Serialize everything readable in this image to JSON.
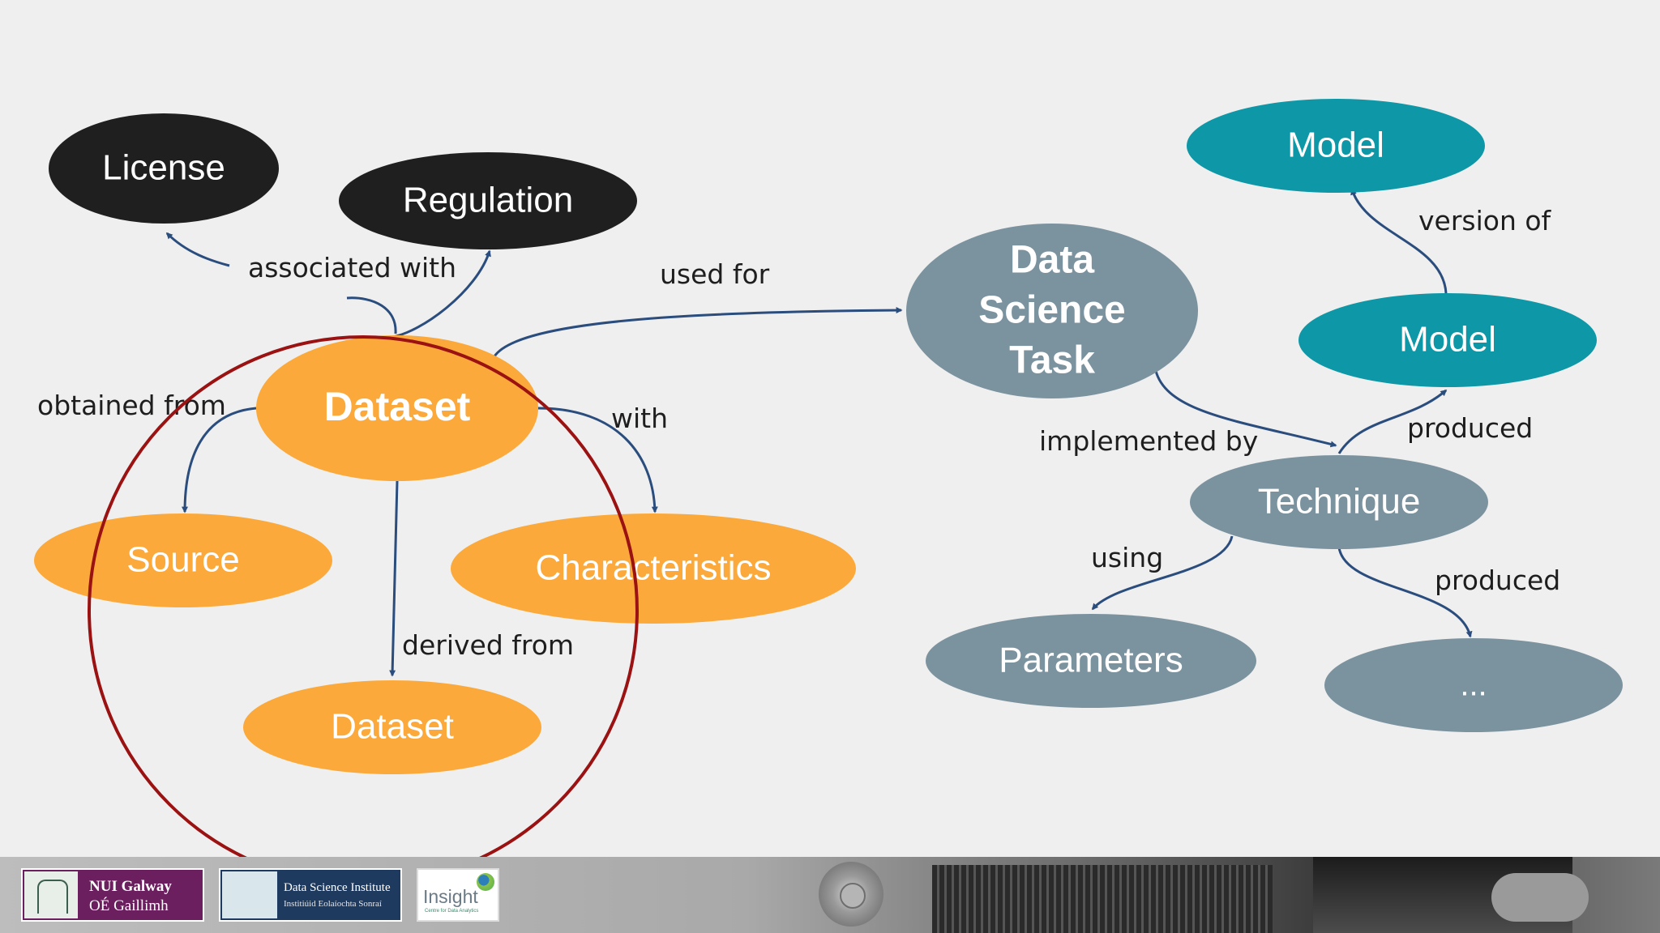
{
  "colors": {
    "background": "#efefef",
    "black_node": "#1f1f1f",
    "orange_node": "#fba93a",
    "teal_node": "#0e97a6",
    "slate_node": "#7b929f",
    "edge": "#2a4d7d",
    "highlight_circle": "#9b1212"
  },
  "nodes": {
    "license": "License",
    "regulation": "Regulation",
    "dataset_main": "Dataset",
    "source": "Source",
    "characteristics": "Characteristics",
    "dataset_derived": "Dataset",
    "ds_task_1": "Data",
    "ds_task_2": "Science",
    "ds_task_3": "Task",
    "model_top": "Model",
    "model_mid": "Model",
    "technique": "Technique",
    "parameters": "Parameters",
    "ellipsis": "..."
  },
  "edges": {
    "associated_with": "associated with",
    "used_for": "used for",
    "obtained_from": "obtained from",
    "with": "with",
    "derived_from": "derived from",
    "version_of": "version of",
    "implemented_by": "implemented by",
    "produced_1": "produced",
    "using": "using",
    "produced_2": "produced"
  },
  "footer": {
    "nui_line1": "NUI Galway",
    "nui_line2": "OÉ Gaillimh",
    "dsi_line1": "Data Science Institute",
    "dsi_line2": "Institiúid Eolaíochta Sonraí",
    "insight_name": "Insight",
    "insight_sub": "Centre for Data Analytics"
  }
}
